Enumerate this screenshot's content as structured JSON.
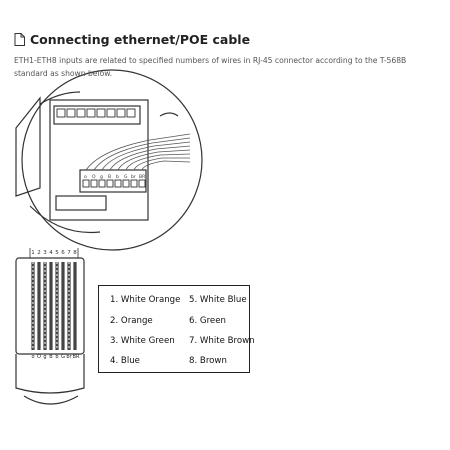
{
  "section": {
    "icon": "document-icon",
    "title": "Connecting ethernet/POE cable",
    "description": "ETH1-ETH8 inputs are related to specified numbers of wires in RJ-45 connector according to the T-568B standard as shown below."
  },
  "board_terminal_labels": [
    "o",
    "O",
    "g",
    "B",
    "b",
    "G",
    "br",
    "BR"
  ],
  "plug": {
    "pin_numbers": [
      "1",
      "2",
      "3",
      "4",
      "5",
      "6",
      "7",
      "8"
    ],
    "wire_letters": [
      "o",
      "O",
      "g",
      "B",
      "b",
      "G",
      "br",
      "BR"
    ]
  },
  "legend": {
    "items": [
      "1. White Orange",
      "2. Orange",
      "3. White Green",
      "4. Blue",
      "5. White Blue",
      "6. Green",
      "7. White Brown",
      "8. Brown"
    ]
  }
}
